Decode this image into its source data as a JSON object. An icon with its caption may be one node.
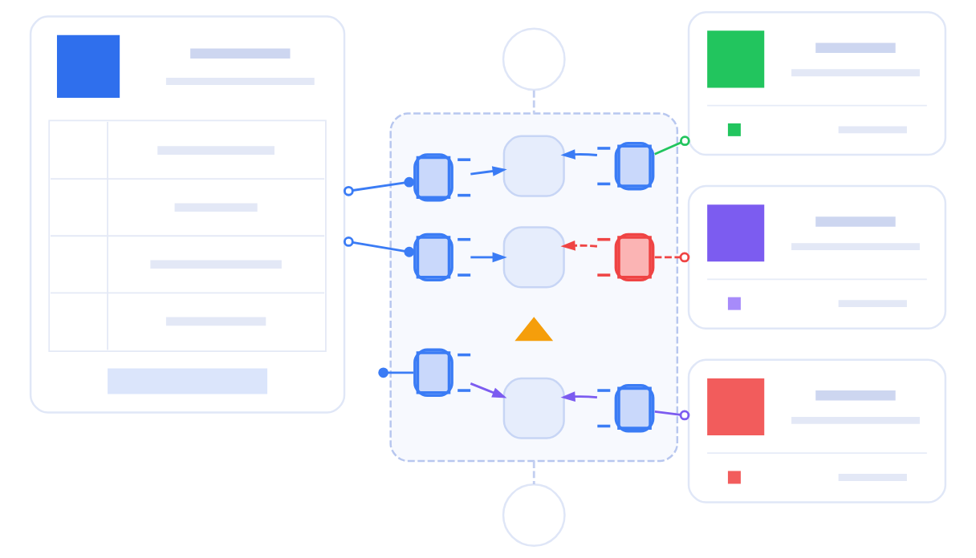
{
  "diagram": {
    "nodes": [
      {
        "text": [],
        "shape": "box"
      },
      {
        "text": [],
        "shape": "circle"
      },
      {
        "text": [],
        "shape": "box"
      },
      {
        "text": [],
        "shape": "picture",
        "in": 2
      },
      {
        "text": [],
        "shape": "box",
        "in": 2
      },
      {
        "text": [],
        "shape": "picture",
        "in": 2
      },
      {
        "text": [],
        "shape": "picture",
        "in": 2
      },
      {
        "text": [],
        "shape": "box",
        "in": 2
      },
      {
        "text": [],
        "shape": "picture",
        "in": 2
      },
      {
        "text": [],
        "shape": "triangle",
        "in": 2
      },
      {
        "text": [],
        "shape": "picture",
        "in": 2
      },
      {
        "text": [],
        "shape": "box",
        "in": 2
      },
      {
        "text": [],
        "shape": "picture",
        "in": 2
      },
      {
        "text": [],
        "shape": "circle"
      },
      {
        "text": [],
        "shape": "box"
      },
      {
        "text": [],
        "shape": "box"
      },
      {
        "text": [],
        "shape": "box"
      }
    ],
    "edges": [
      {
        "from": 1,
        "to": 2,
        "arrow": "none",
        "style": "dashed",
        "color": "#c3cff0"
      },
      {
        "from": 2,
        "to": 13,
        "arrow": "none",
        "style": "dashed",
        "color": "#c3cff0"
      },
      {
        "from": 0,
        "to": 3,
        "arrow": "other"
      },
      {
        "from": 0,
        "to": 6,
        "arrow": "other"
      },
      {
        "from": 2,
        "to": 10,
        "arrow": "other"
      },
      {
        "from": 3,
        "to": 4,
        "arrow": "to"
      },
      {
        "from": 5,
        "to": 4,
        "arrow": "to"
      },
      {
        "from": 6,
        "to": 7,
        "arrow": "to"
      },
      {
        "from": 8,
        "to": 7,
        "arrow": "to",
        "style": "dashed",
        "color": "#ef4444"
      },
      {
        "from": 10,
        "to": 11,
        "arrow": "to",
        "color": "#7c5cf0"
      },
      {
        "from": 12,
        "to": 11,
        "arrow": "to",
        "color": "#7c5cf0"
      },
      {
        "from": 5,
        "to": 14,
        "arrow": "other",
        "color": "#22c55e"
      },
      {
        "from": 8,
        "to": 15,
        "arrow": "other",
        "style": "dashed",
        "color": "#ef4444"
      },
      {
        "from": 12,
        "to": 16,
        "arrow": "other",
        "color": "#7c5cf0"
      }
    ]
  }
}
